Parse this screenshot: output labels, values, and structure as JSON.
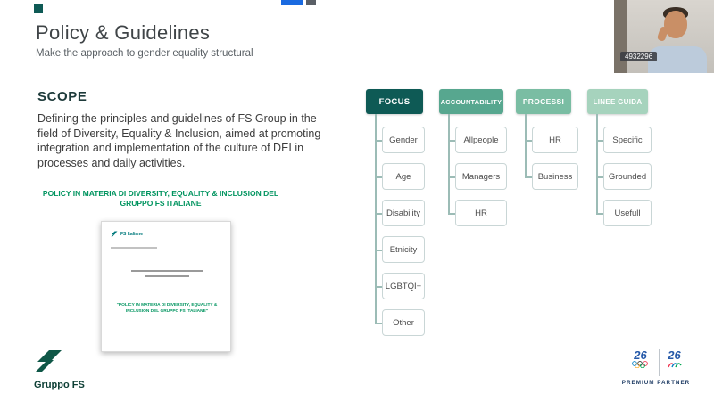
{
  "header": {
    "title": "Policy & Guidelines",
    "subtitle": "Make the approach to gender equality structural"
  },
  "webcam": {
    "participant_id": "4932296"
  },
  "scope": {
    "heading": "SCOPE",
    "body": "Defining the principles and guidelines of FS Group in the field of Diversity, Equality & Inclusion, aimed at promoting integration and implementation of the culture of DEI in processes and daily activities.",
    "policy_title": "POLICY IN MATERIA DI DIVERSITY, EQUALITY & INCLUSION DEL GRUPPO FS ITALIANE"
  },
  "document": {
    "logo_text": "FS Italiane",
    "title": "\"POLICY IN MATERIA DI DIVERSITY, EQUALITY & INCLUSION DEL GRUPPO FS ITALIANE\""
  },
  "chart": {
    "columns": [
      {
        "header": "FOCUS",
        "color": "#0e5a55",
        "items": [
          "Gender",
          "Age",
          "Disability",
          "Etnicity",
          "LGBTQI+",
          "Other"
        ]
      },
      {
        "header": "ACCOUNTABILITY",
        "color": "#57a78f",
        "items": [
          "Allpeople",
          "Managers",
          "HR"
        ]
      },
      {
        "header": "PROCESSI",
        "color": "#7abda3",
        "items": [
          "HR",
          "Business"
        ]
      },
      {
        "header": "LINEE GUIDA",
        "color": "#a6d3bd",
        "items": [
          "Specific",
          "Grounded",
          "Usefull"
        ]
      }
    ]
  },
  "footer": {
    "brand": "Gruppo FS",
    "partner_label": "PREMIUM PARTNER",
    "olympic_year": "26",
    "paralympic_year": "26"
  }
}
